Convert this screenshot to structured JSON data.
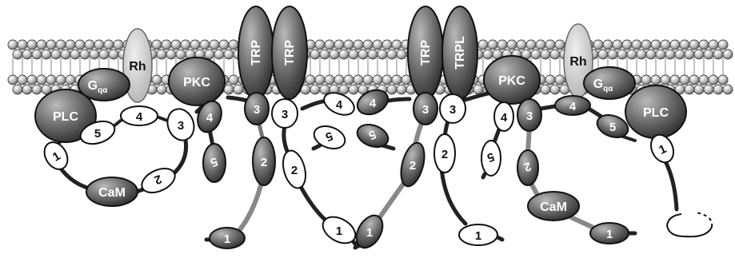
{
  "membrane": {
    "label": ""
  },
  "labels": {
    "rh": "Rh",
    "gq": "G",
    "gq_sub": "qα",
    "plc": "PLC",
    "pkc": "PKC",
    "cam": "CaM",
    "trp": "TRP",
    "trpl": "TRPL",
    "d1": "1",
    "d2": "2",
    "d3": "3",
    "d4": "4",
    "d5": "5"
  },
  "colors": {
    "dark": "#5a5a5a",
    "mid": "#8a8a8a",
    "light": "#d2d2d2",
    "white": "#ffffff",
    "outline": "#111111"
  }
}
